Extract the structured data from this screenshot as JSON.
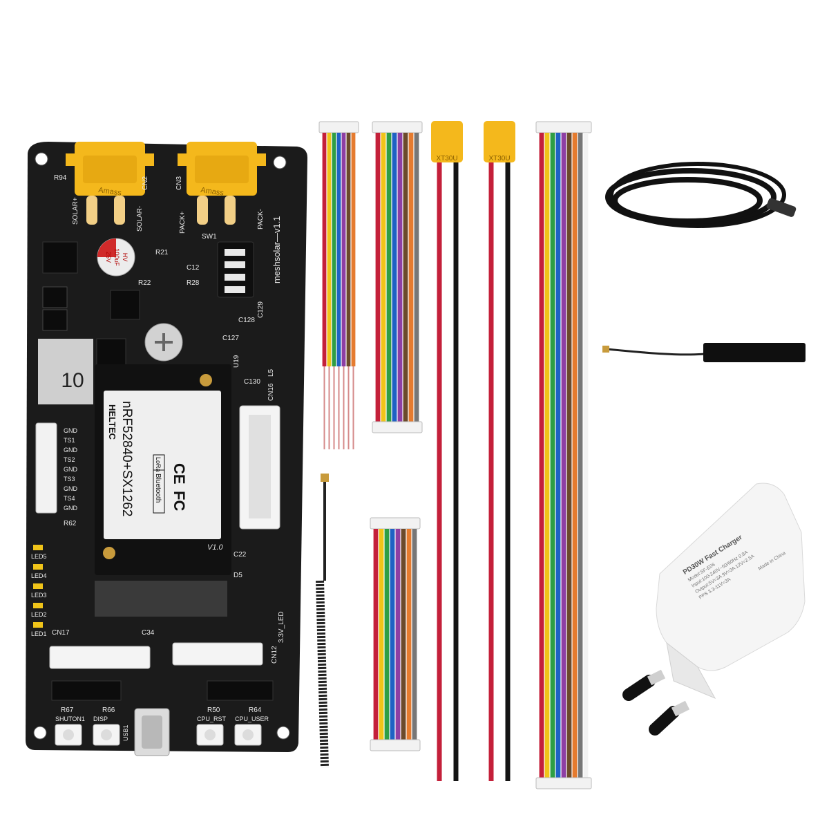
{
  "board": {
    "model_label": "meshsolar—v1.1",
    "connector_brand": "Amass",
    "conn_labels": {
      "cn2": "CN2",
      "cn3": "CN3",
      "solar_plus": "SOLAR+",
      "solar_minus": "SOLAR-",
      "pack_plus": "PACK+",
      "pack_minus": "PACK-",
      "sw1": "SW1"
    },
    "capacitor": {
      "line1": "HV",
      "line2": "100uF",
      "line3": "25V"
    },
    "sticker_number": "10",
    "module": {
      "brand": "HELTEC",
      "model": "nRF52840+SX1262",
      "badge_bluetooth": "Bluetooth",
      "badge_lora": "LoRa",
      "cert_fc": "FC",
      "cert_ce": "CE",
      "version": "V1.0"
    },
    "cn9_pins": [
      "GND",
      "TS1",
      "GND",
      "TS2",
      "GND",
      "TS3",
      "GND",
      "TS4",
      "GND"
    ],
    "leds": [
      "LED5",
      "LED4",
      "LED3",
      "LED2",
      "LED1"
    ],
    "button_labels": [
      "SHUTON1",
      "DISP",
      "USB1",
      "CPU_RST",
      "CPU_USER"
    ],
    "refs": {
      "cn16": "CN16",
      "cn12": "CN12",
      "cn17": "CN17",
      "c34": "C34",
      "r62": "R62",
      "r66": "R66",
      "r67": "R67",
      "r50": "R50",
      "r64": "R64",
      "r94": "R94",
      "r21": "R21",
      "r22": "R22",
      "r28": "R28",
      "c12": "C12",
      "u19": "U19",
      "c130": "C130",
      "c128": "C128",
      "c129": "C129",
      "c127": "C127",
      "l5": "L5",
      "c22": "C22",
      "d5": "D5",
      "led_3v3": "3.3V_LED"
    }
  },
  "charger": {
    "line1": "PD30W Fast Charger",
    "line2": "Model:SF-E06",
    "line3": "Input:100-240V~50/60Hz 0.8A",
    "line4": "Output:5V=3A 9V=3A 12V=2.5A",
    "line5": "PPS 3.3-11V=3A",
    "line6": "Made in China"
  },
  "xt30_label": "XT30U",
  "colors": {
    "board": "#1b1b1b",
    "connector_yellow": "#f4b81c",
    "module_white": "#efefef",
    "wire_red": "#c4203a",
    "wire_black": "#141414"
  },
  "wire_ribbon_colors": [
    "#c4203a",
    "#f0c419",
    "#2f9e44",
    "#1f62c4",
    "#8e3fa4",
    "#6b4a2b",
    "#e57b2f",
    "#777777",
    "#f2f2f2"
  ]
}
